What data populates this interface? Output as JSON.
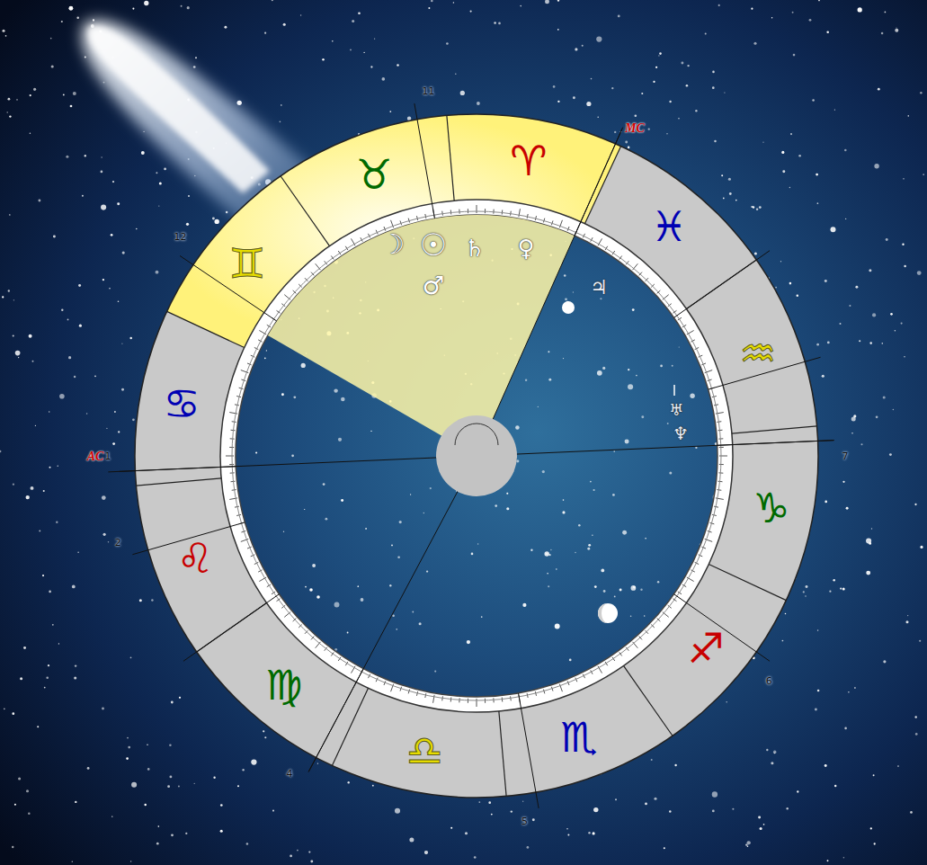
{
  "diagram": {
    "labels": [
      "MC",
      "AC",
      "11",
      "12",
      "1",
      "2",
      "4",
      "5",
      "6",
      "7",
      "♈",
      "♉",
      "♊",
      "♋",
      "♌",
      "♍",
      "♎",
      "♏",
      "♐",
      "♑",
      "♒",
      "♓",
      "☽",
      "☉",
      "♂",
      "♄",
      "♀",
      "♃",
      "♅",
      "♆"
    ]
  }
}
